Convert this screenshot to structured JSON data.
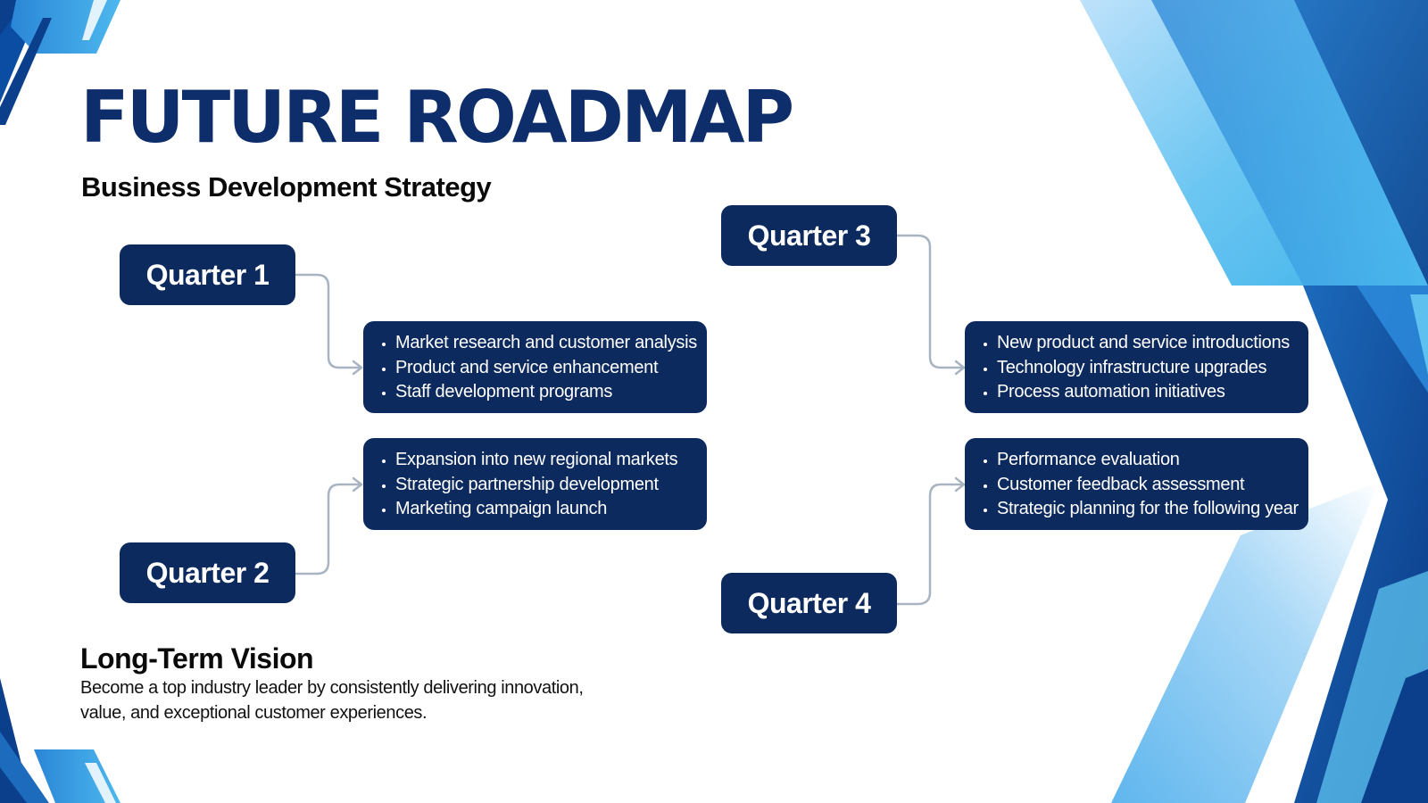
{
  "header": {
    "title": "FUTURE ROADMAP",
    "subtitle": "Business Development Strategy"
  },
  "quarters": [
    {
      "label": "Quarter 1",
      "items": [
        "Market research and customer analysis",
        "Product and service enhancement",
        "Staff development programs"
      ]
    },
    {
      "label": "Quarter 2",
      "items": [
        "Expansion into new regional markets",
        "Strategic partnership development",
        "Marketing campaign launch"
      ]
    },
    {
      "label": "Quarter 3",
      "items": [
        "New product and service introductions",
        "Technology infrastructure upgrades",
        "Process automation initiatives"
      ]
    },
    {
      "label": "Quarter 4",
      "items": [
        "Performance evaluation",
        "Customer feedback assessment",
        "Strategic planning for the following year"
      ]
    }
  ],
  "vision": {
    "title": "Long-Term Vision",
    "text": "Become a top industry leader by consistently delivering innovation, value, and exceptional customer experiences."
  },
  "colors": {
    "box_fill": "#0d2a5e",
    "title_color": "#0d2d6b",
    "connector": "#a9b4c2",
    "accent_light": "#5ec4f0",
    "accent_dark": "#0b3f8c"
  }
}
